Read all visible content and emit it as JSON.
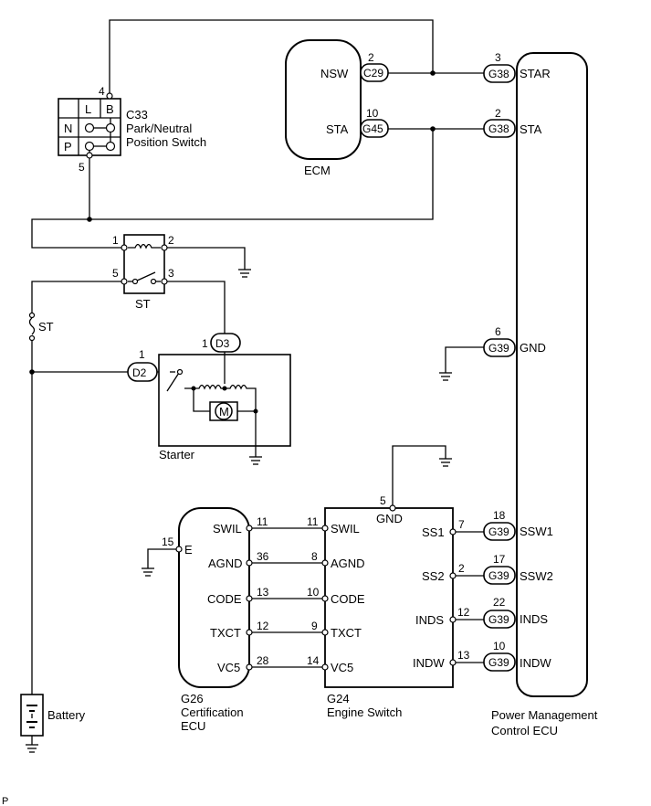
{
  "components": {
    "pnp_switch": {
      "code": "C33",
      "name_line1": "Park/Neutral",
      "name_line2": "Position Switch",
      "pin_top": "4",
      "pin_bottom": "5",
      "col_l": "L",
      "col_b": "B",
      "row_n": "N",
      "row_p": "P"
    },
    "ecm": {
      "name": "ECM",
      "terminals": [
        {
          "label": "NSW",
          "connector": "C29",
          "pin": "2"
        },
        {
          "label": "STA",
          "connector": "G45",
          "pin": "10"
        }
      ]
    },
    "st_relay": {
      "name": "ST",
      "pins": [
        "1",
        "2",
        "5",
        "3"
      ]
    },
    "fuse": {
      "name": "ST"
    },
    "starter": {
      "name": "Starter",
      "conn_d3": "D3",
      "pin_d3": "1",
      "conn_d2": "D2",
      "pin_d2": "1",
      "motor": "M"
    },
    "battery": {
      "name": "Battery"
    },
    "pmc_ecu": {
      "name_line1": "Power Management",
      "name_line2": "Control ECU",
      "terminals": [
        {
          "label": "STAR",
          "connector": "G38",
          "pin": "3"
        },
        {
          "label": "STA",
          "connector": "G38",
          "pin": "2"
        },
        {
          "label": "GND",
          "connector": "G39",
          "pin": "6"
        },
        {
          "label": "SSW1",
          "connector": "G39",
          "pin": "18"
        },
        {
          "label": "SSW2",
          "connector": "G39",
          "pin": "17"
        },
        {
          "label": "INDS",
          "connector": "G39",
          "pin": "22"
        },
        {
          "label": "INDW",
          "connector": "G39",
          "pin": "10"
        }
      ]
    },
    "cert_ecu": {
      "code": "G26",
      "name_line1": "Certification",
      "name_line2": "ECU",
      "ground_label": "E",
      "ground_pin": "15",
      "terminals": [
        {
          "label": "SWIL",
          "pin": "11"
        },
        {
          "label": "AGND",
          "pin": "36"
        },
        {
          "label": "CODE",
          "pin": "13"
        },
        {
          "label": "TXCT",
          "pin": "12"
        },
        {
          "label": "VC5",
          "pin": "28"
        }
      ]
    },
    "engine_switch": {
      "code": "G24",
      "name": "Engine Switch",
      "gnd_label": "GND",
      "gnd_pin": "5",
      "left_terminals": [
        {
          "label": "SWIL",
          "pin": "11"
        },
        {
          "label": "AGND",
          "pin": "8"
        },
        {
          "label": "CODE",
          "pin": "10"
        },
        {
          "label": "TXCT",
          "pin": "9"
        },
        {
          "label": "VC5",
          "pin": "14"
        }
      ],
      "right_terminals": [
        {
          "label": "SS1",
          "pin": "7"
        },
        {
          "label": "SS2",
          "pin": "2"
        },
        {
          "label": "INDS",
          "pin": "12"
        },
        {
          "label": "INDW",
          "pin": "13"
        }
      ]
    }
  },
  "footer": {
    "mark": "P"
  }
}
